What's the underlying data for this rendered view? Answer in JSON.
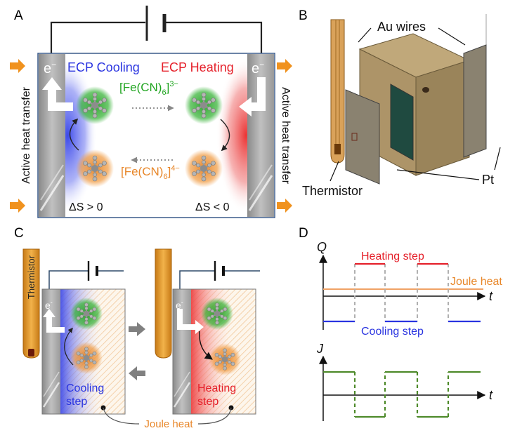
{
  "panels": {
    "A": {
      "letter": "A",
      "ecp_cooling": "ECP Cooling",
      "ecp_heating": "ECP Heating",
      "electron_left": "e",
      "electron_right": "e",
      "electron_sup": "−",
      "fe3_main": "[Fe(CN)",
      "fe3_sub": "6",
      "fe3_sup": "]",
      "fe3_charge": "3−",
      "fe4_main": "[Fe(CN)",
      "fe4_sub": "6",
      "fe4_sup": "]",
      "fe4_charge": "4−",
      "delta_s_left": "ΔS > 0",
      "delta_s_right": "ΔS < 0",
      "side_left": "Active heat transfer",
      "side_right": "Active heat transfer"
    },
    "B": {
      "letter": "B",
      "au_wires": "Au wires",
      "thermistor": "Thermistor",
      "pt": "Pt"
    },
    "C": {
      "letter": "C",
      "thermistor": "Thermistor",
      "electron": "e",
      "electron_sup": "-",
      "cooling_line1": "Cooling",
      "cooling_line2": "step",
      "heating_line1": "Heating",
      "heating_line2": "step",
      "joule_heat": "Joule heat"
    },
    "D": {
      "letter": "D",
      "q_axis": "Q",
      "t_axis": "t",
      "j_axis": "J",
      "heating_step": "Heating step",
      "cooling_step": "Cooling step",
      "joule_heat": "Joule heat"
    }
  },
  "colors": {
    "cooling_blue": "#2a34e0",
    "heating_red": "#e5202a",
    "green_complex": "#21a521",
    "orange_complex": "#e8872a",
    "gray_electrode": "#a8a8a8",
    "box_brown": "#a08a62",
    "joule_orange": "#f0a265",
    "current_green": "#4e8a2a"
  }
}
